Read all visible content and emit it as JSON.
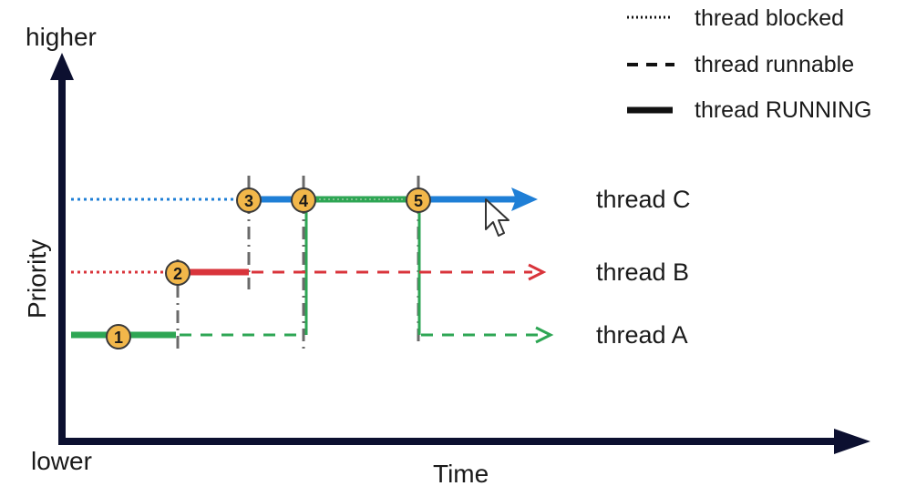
{
  "axes": {
    "y_top_label": "higher",
    "y_bottom_label": "lower",
    "y_title": "Priority",
    "x_title": "Time",
    "axis_color": "#0c1030"
  },
  "legend": [
    {
      "style": "dotted",
      "label": "thread blocked"
    },
    {
      "style": "dashed",
      "label": "thread runnable"
    },
    {
      "style": "solid",
      "label": "thread RUNNING"
    }
  ],
  "threads": [
    {
      "id": "C",
      "label": "thread C",
      "color": "#1f7fd6"
    },
    {
      "id": "B",
      "label": "thread B",
      "color": "#d9343b"
    },
    {
      "id": "A",
      "label": "thread A",
      "color": "#2ea654"
    }
  ],
  "markers": [
    {
      "number": "1",
      "color": "#f2b74a"
    },
    {
      "number": "2",
      "color": "#f2b74a"
    },
    {
      "number": "3",
      "color": "#f2b74a"
    },
    {
      "number": "4",
      "color": "#f2b74a"
    },
    {
      "number": "5",
      "color": "#f2b74a"
    }
  ],
  "cursor_icon": "mouse-pointer-icon"
}
